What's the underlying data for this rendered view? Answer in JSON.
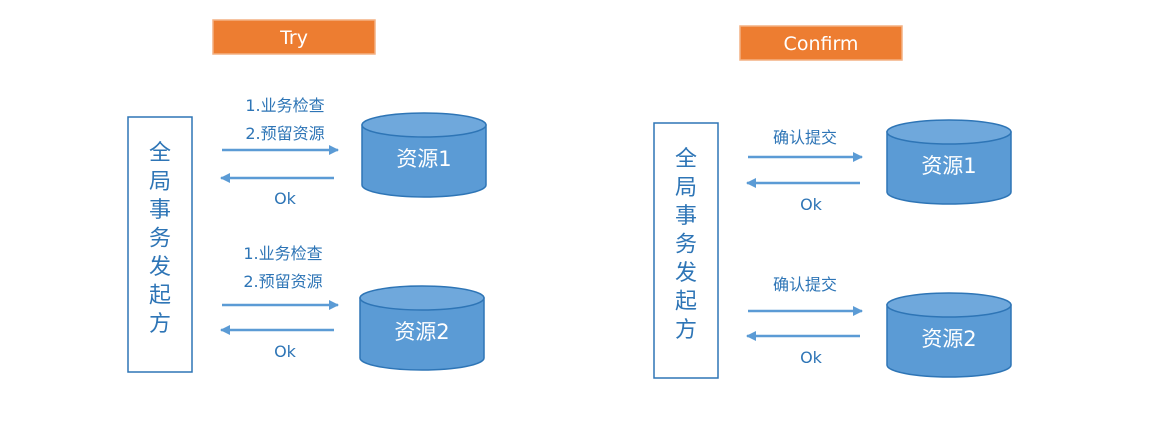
{
  "colors": {
    "phase_fill": "#ed7d31",
    "phase_stroke": "#f4b183",
    "node_stroke": "#2e75b6",
    "text_blue": "#2e75b6",
    "arrow": "#5b9bd5",
    "db_fill": "#5b9bd5",
    "db_top": "#6fa8dc",
    "db_stroke": "#2e75b6"
  },
  "try": {
    "phase_label": "Try",
    "initiator_label": "全局事务发起方",
    "resource1": {
      "label": "资源1",
      "request_line1": "1.业务检查",
      "request_line2": "2.预留资源",
      "response": "Ok"
    },
    "resource2": {
      "label": "资源2",
      "request_line1": "1.业务检查",
      "request_line2": "2.预留资源",
      "response": "Ok"
    }
  },
  "confirm": {
    "phase_label": "Confirm",
    "initiator_label": "全局事务发起方",
    "resource1": {
      "label": "资源1",
      "request": "确认提交",
      "response": "Ok"
    },
    "resource2": {
      "label": "资源2",
      "request": "确认提交",
      "response": "Ok"
    }
  }
}
